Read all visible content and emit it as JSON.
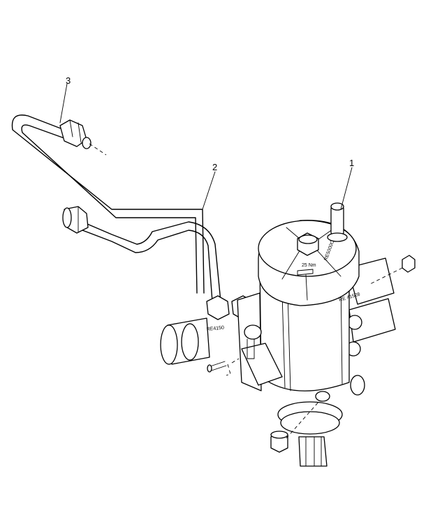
{
  "callouts": [
    {
      "id": "1",
      "label": "1"
    },
    {
      "id": "2",
      "label": "2"
    },
    {
      "id": "3",
      "label": "3"
    }
  ],
  "markings": {
    "torque": "25 Nm",
    "cap_code": "RE5000C",
    "side_code": "RE 41528",
    "port_code": "RE4150"
  },
  "colors": {
    "line": "#000000",
    "background": "#ffffff"
  }
}
